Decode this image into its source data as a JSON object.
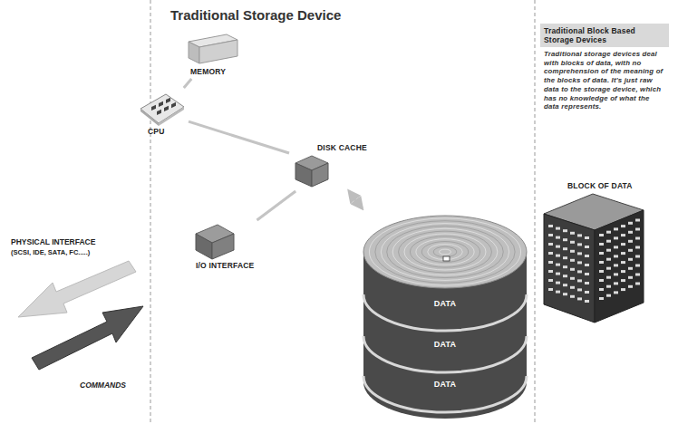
{
  "diagram": {
    "title": "Traditional Storage Device",
    "nodes": [
      {
        "text": [
          "MEMORY"
        ]
      },
      {
        "text": [
          "CPU"
        ]
      },
      {
        "text": [
          "DISK CACHE"
        ]
      },
      {
        "text": [
          "I/O INTERFACE"
        ]
      },
      {
        "text": [
          "DATA",
          "DATA",
          "DATA"
        ]
      },
      {
        "text": [
          "Traditional Block Based Storage Devices",
          "Traditional storage devices deal with blocks of data, with no comprehension of the meaning of the blocks of data. It's just raw data to the storage device, which has no knowledge of what the data represents."
        ]
      },
      {
        "text": [
          "BLOCK OF DATA"
        ]
      }
    ],
    "edges": [
      {
        "from": 1,
        "to": 0,
        "arrow": "none"
      },
      {
        "from": 1,
        "to": 2,
        "arrow": "none"
      },
      {
        "from": 3,
        "to": 2,
        "arrow": "none"
      },
      {
        "from": 2,
        "to": 4,
        "arrow": "both"
      }
    ],
    "labels": [
      "PHYSICAL INTERFACE",
      "(SCSI, IDE, SATA, FC.....)",
      "COMMANDS"
    ]
  }
}
